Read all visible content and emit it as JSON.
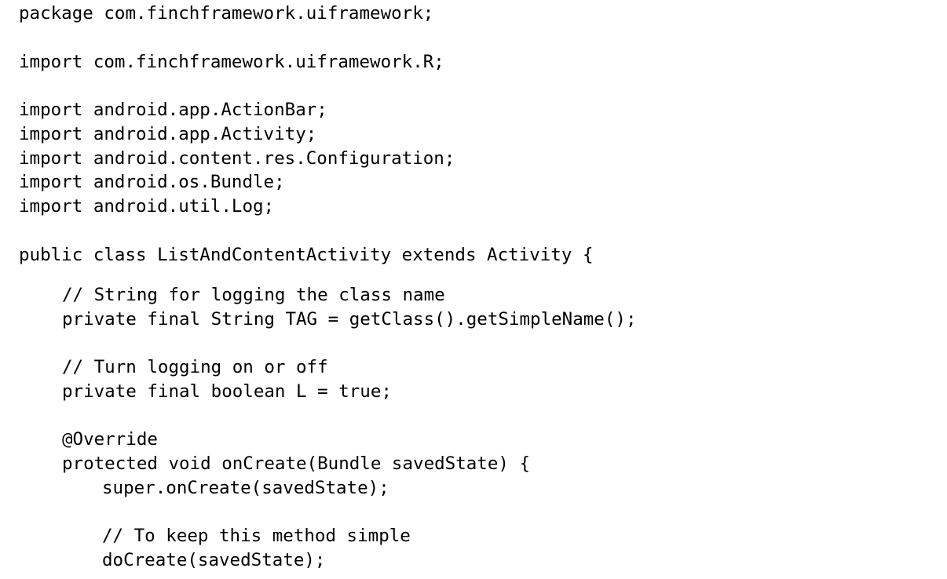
{
  "code_lines": [
    "package com.finchframework.uiframework;",
    "import com.finchframework.uiframework.R;",
    "import android.app.ActionBar;",
    "import android.app.Activity;",
    "import android.content.res.Configuration;",
    "import android.os.Bundle;",
    "import android.util.Log;",
    "public class ListAndContentActivity extends Activity {",
    "// String for logging the class name",
    "private final String TAG = getClass().getSimpleName();",
    "// Turn logging on or off",
    "private final boolean L = true;",
    "@Override",
    "protected void onCreate(Bundle savedState) {",
    "super.onCreate(savedState);",
    "// To keep this method simple",
    "doCreate(savedState);"
  ]
}
